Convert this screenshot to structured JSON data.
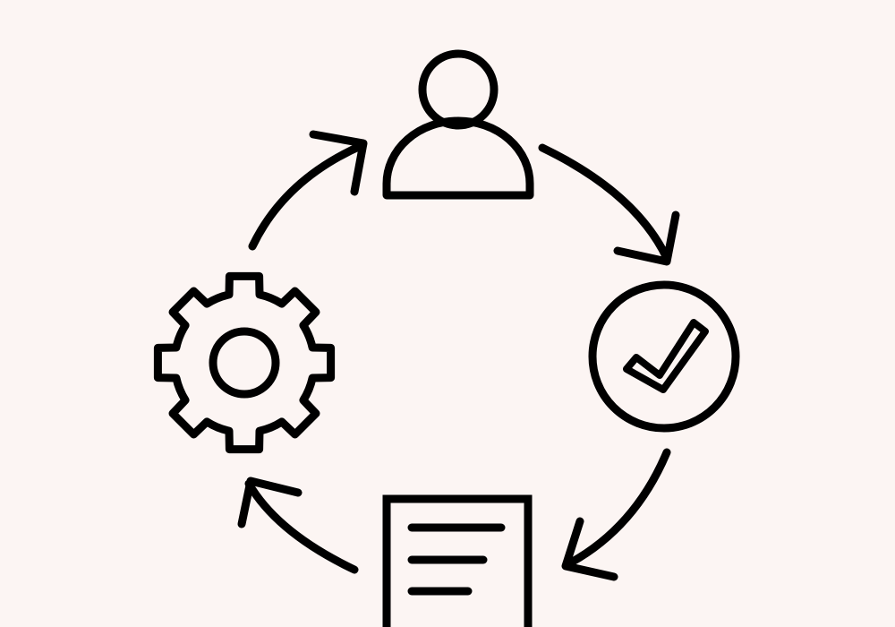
{
  "colors": {
    "background": "#fcf5f3",
    "stroke": "#000000"
  },
  "diagram": {
    "type": "cycle",
    "nodes": [
      {
        "id": "user",
        "icon": "user-icon"
      },
      {
        "id": "check",
        "icon": "check-circle-icon"
      },
      {
        "id": "document",
        "icon": "document-icon"
      },
      {
        "id": "settings",
        "icon": "gear-icon"
      }
    ],
    "edges": [
      {
        "from": "user",
        "to": "check",
        "direction": "clockwise"
      },
      {
        "from": "check",
        "to": "document",
        "direction": "clockwise"
      },
      {
        "from": "document",
        "to": "settings",
        "direction": "clockwise"
      },
      {
        "from": "settings",
        "to": "user",
        "direction": "clockwise"
      }
    ]
  }
}
